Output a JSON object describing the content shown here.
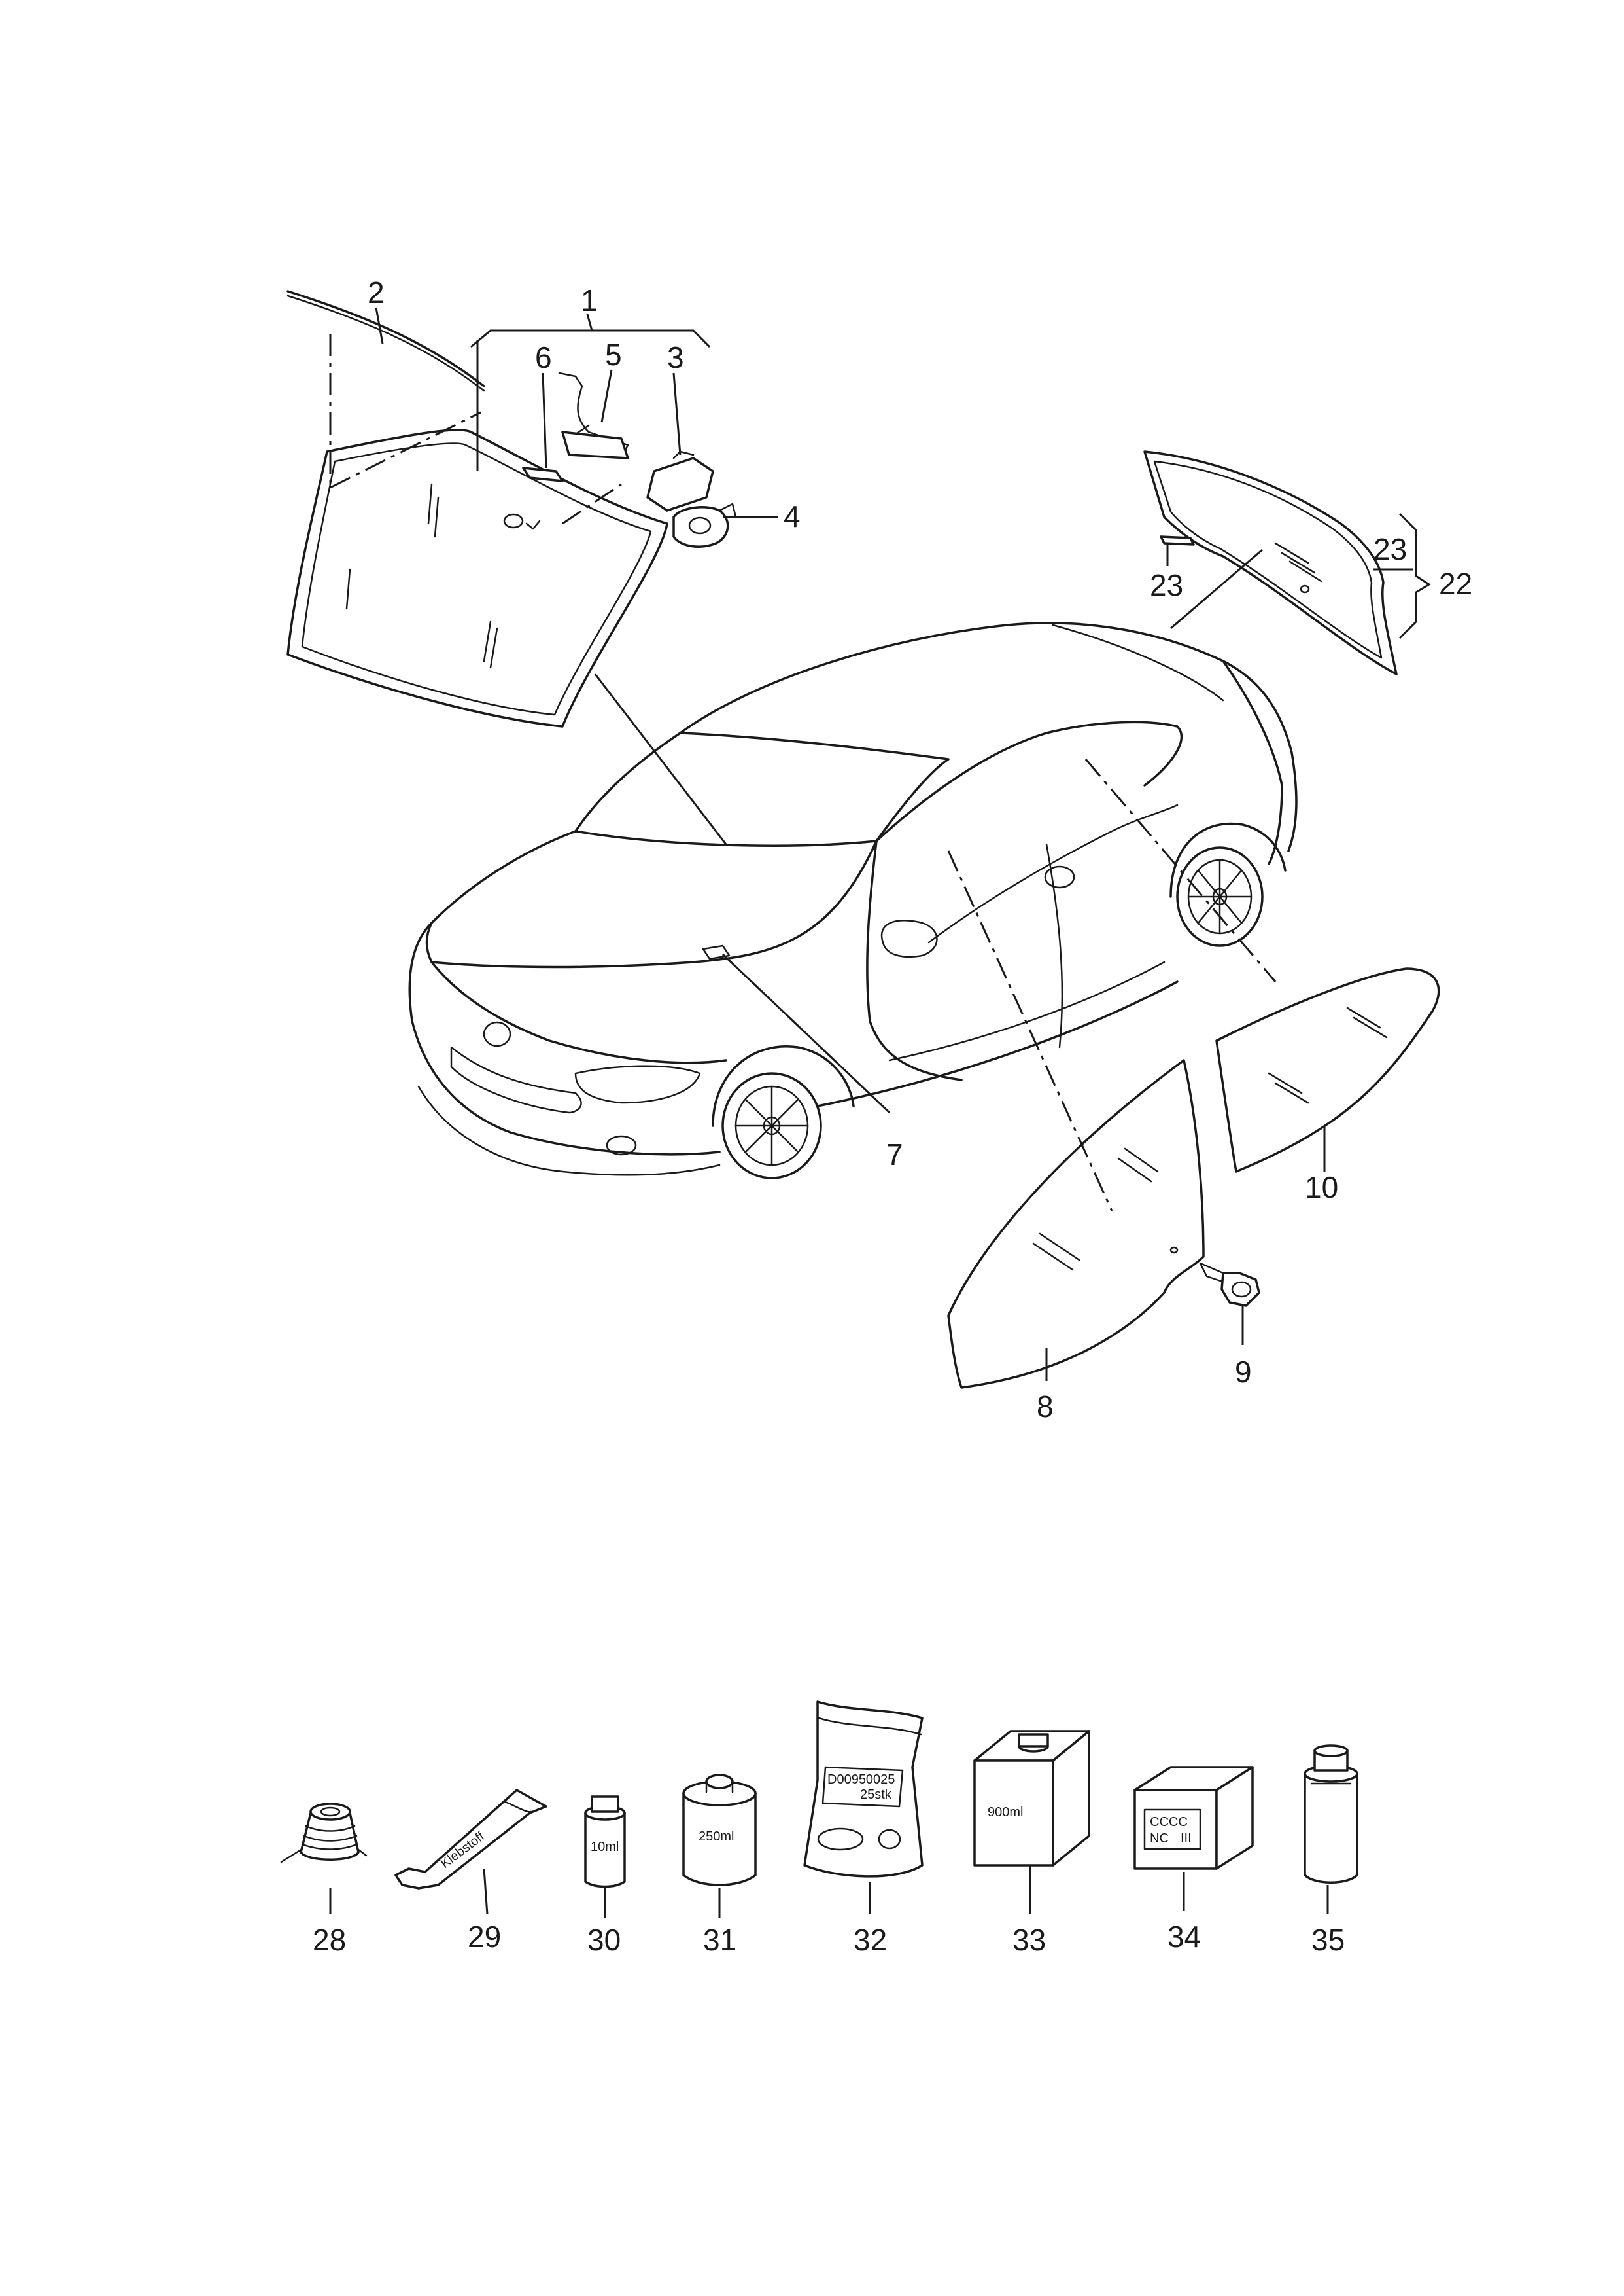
{
  "callouts": {
    "c1": "1",
    "c2": "2",
    "c3": "3",
    "c4": "4",
    "c5": "5",
    "c6": "6",
    "c7": "7",
    "c8": "8",
    "c9": "9",
    "c10": "10",
    "c22": "22",
    "c23a": "23",
    "c23b": "23",
    "c28": "28",
    "c29": "29",
    "c30": "30",
    "c31": "31",
    "c32": "32",
    "c33": "33",
    "c34": "34",
    "c35": "35"
  },
  "packages": {
    "tube": "Klebstoff",
    "jar10": "10ml",
    "can250": "250ml",
    "bag_line1": "D00950025",
    "bag_line2": "25stk",
    "box900": "900ml",
    "box_label1": "CCCC",
    "box_label2": "NC",
    "box_label3": "III"
  }
}
